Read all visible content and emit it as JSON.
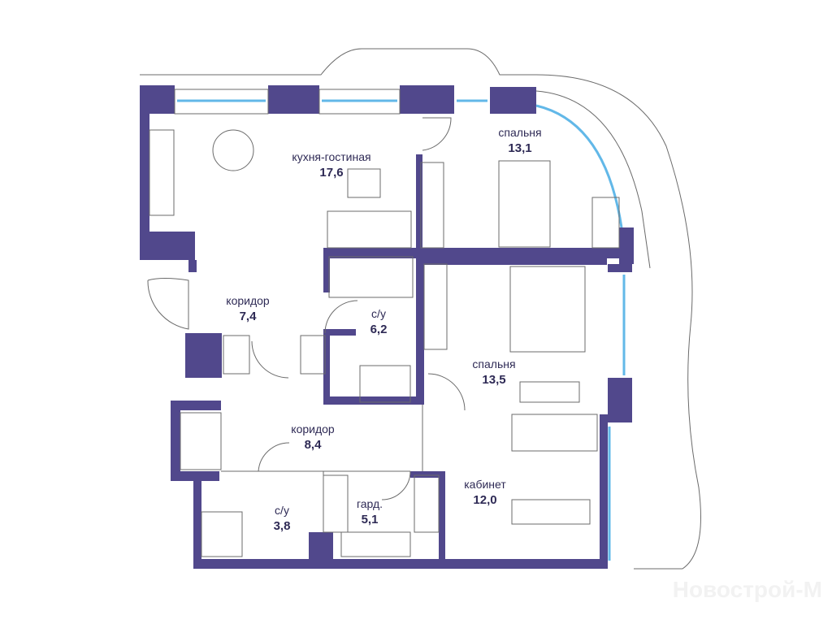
{
  "rooms": [
    {
      "name": "кухня-гостиная",
      "area": "17,6"
    },
    {
      "name": "спальня",
      "area": "13,1"
    },
    {
      "name": "коридор",
      "area": "7,4"
    },
    {
      "name": "с/у",
      "area": "6,2"
    },
    {
      "name": "спальня",
      "area": "13,5"
    },
    {
      "name": "коридор",
      "area": "8,4"
    },
    {
      "name": "с/у",
      "area": "3,8"
    },
    {
      "name": "гард.",
      "area": "5,1"
    },
    {
      "name": "кабинет",
      "area": "12,0"
    }
  ],
  "watermark": "Новострой-М",
  "colors": {
    "wall": "#51488c",
    "window": "#62b8e8"
  }
}
